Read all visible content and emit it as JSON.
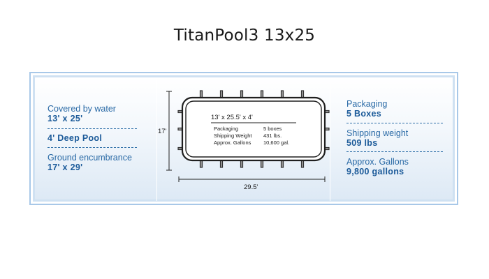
{
  "title": "TitanPool3 13x25",
  "left_specs": [
    {
      "label": "Covered by water",
      "value": "13' x 25'"
    },
    {
      "label": "",
      "value": "4' Deep Pool"
    },
    {
      "label": "Ground encumbrance",
      "value": "17' x 29'"
    }
  ],
  "right_specs": [
    {
      "label": "Packaging",
      "value": "5 Boxes"
    },
    {
      "label": "Shipping weight",
      "value": "509 lbs"
    },
    {
      "label": "Approx. Gallons",
      "value": "9,800 gallons"
    }
  ],
  "diagram": {
    "size_label": "13' x 25.5' x 4'",
    "table": [
      {
        "key": "Packaging",
        "value": "5 boxes"
      },
      {
        "key": "Shipping Weight",
        "value": "431 lbs."
      },
      {
        "key": "Approx. Gallons",
        "value": "10,600 gal."
      }
    ],
    "height_dim": "17'",
    "width_dim": "29.5'"
  },
  "colors": {
    "label_blue": "#2a6aa6",
    "value_blue": "#1b5a99",
    "card_border": "#a8c8e8"
  }
}
